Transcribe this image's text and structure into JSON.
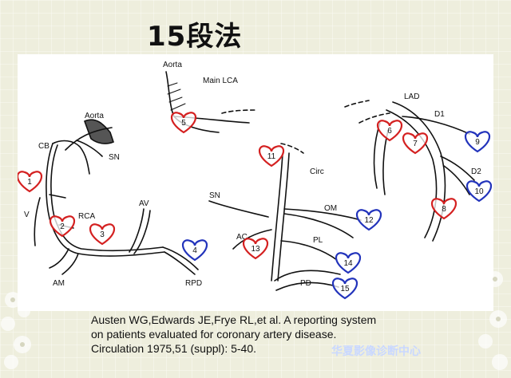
{
  "slide": {
    "title": "15段法",
    "citation": "Austen WG,Edwards JE,Frye RL,et al. A reporting system on patients evaluated for coronary artery disease. Circulation 1975,51 (suppl): 5-40.",
    "watermark": "华夏影像诊断中心"
  },
  "diagram": {
    "labels": {
      "aorta_left": "Aorta",
      "cb": "CB",
      "sn_left": "SN",
      "v": "V",
      "rca": "RCA",
      "av": "AV",
      "am": "AM",
      "rpd": "RPD",
      "aorta_top": "Aorta",
      "main_lca": "Main LCA",
      "circ": "Circ",
      "sn_mid": "SN",
      "om": "OM",
      "ac": "AC",
      "pl": "PL",
      "pd": "PD",
      "lad": "LAD",
      "d1": "D1",
      "d2": "D2"
    },
    "segments": [
      {
        "number": "1",
        "color": "#d42020"
      },
      {
        "number": "2",
        "color": "#d42020"
      },
      {
        "number": "3",
        "color": "#d42020"
      },
      {
        "number": "4",
        "color": "#2233bb"
      },
      {
        "number": "5",
        "color": "#d42020"
      },
      {
        "number": "6",
        "color": "#d42020"
      },
      {
        "number": "7",
        "color": "#d42020"
      },
      {
        "number": "8",
        "color": "#d42020"
      },
      {
        "number": "9",
        "color": "#2233bb"
      },
      {
        "number": "10",
        "color": "#2233bb"
      },
      {
        "number": "11",
        "color": "#d42020"
      },
      {
        "number": "12",
        "color": "#2233bb"
      },
      {
        "number": "13",
        "color": "#d42020"
      },
      {
        "number": "14",
        "color": "#2233bb"
      },
      {
        "number": "15",
        "color": "#2233bb"
      }
    ]
  }
}
